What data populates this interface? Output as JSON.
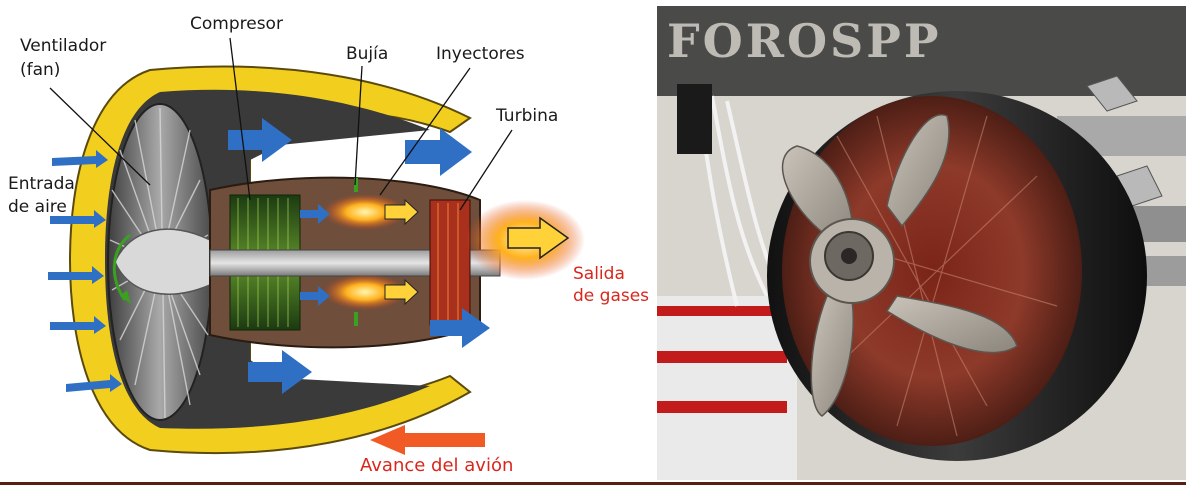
{
  "engine_diagram": {
    "labels": {
      "ventilador": "Ventilador",
      "fan": "(fan)",
      "compresor": "Compresor",
      "bujia": "Bujía",
      "inyectores": "Inyectores",
      "turbina": "Turbina",
      "entrada": "Entrada",
      "de_aire": "de aire",
      "salida": "Salida",
      "de_gases": "de gases",
      "avance": "Avance del avión"
    },
    "colors": {
      "casing_yellow": "#f2cf1e",
      "flow_arrow_blue": "#2f6fc4",
      "exhaust_orange": "#f79a1e",
      "direction_arrow": "#f15a24",
      "label_red": "#d9271c"
    }
  },
  "photo": {
    "watermark": "FOROSPP"
  }
}
